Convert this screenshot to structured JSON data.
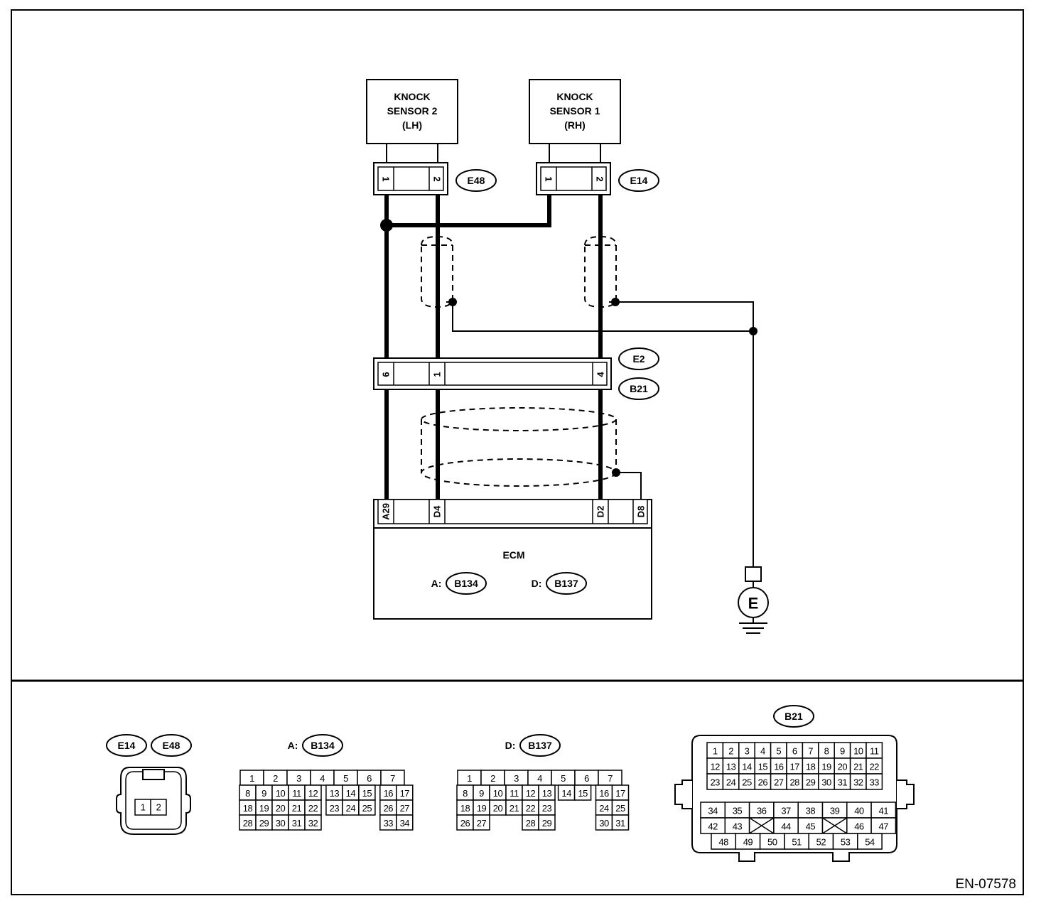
{
  "sensor2": {
    "line1": "KNOCK",
    "line2": "SENSOR 2",
    "line3": "(LH)"
  },
  "sensor1": {
    "line1": "KNOCK",
    "line2": "SENSOR 1",
    "line3": "(RH)"
  },
  "connectors": {
    "e48": "E48",
    "e14": "E14",
    "e2": "E2",
    "b21": "B21"
  },
  "pins": {
    "e48": [
      "1",
      "2"
    ],
    "e14": [
      "1",
      "2"
    ],
    "e2": [
      "6",
      "1",
      "4"
    ],
    "ecm": [
      "A29",
      "D4",
      "D2",
      "D8"
    ]
  },
  "ecm": {
    "title": "ECM",
    "conn_a_prefix": "A:",
    "conn_a": "B134",
    "conn_d_prefix": "D:",
    "conn_d": "B137"
  },
  "ground": {
    "label": "E"
  },
  "bottom": {
    "e14_label": "E14",
    "e48_label": "E48",
    "e14_pins": [
      "1",
      "2"
    ],
    "b134_prefix": "A:",
    "b134_label": "B134",
    "b137_prefix": "D:",
    "b137_label": "B137",
    "b21_label": "B21"
  },
  "b134_grid": {
    "row1": [
      "1",
      "2",
      "3",
      "4",
      "5",
      "6",
      "7"
    ],
    "row2": [
      "8",
      "9",
      "10",
      "11",
      "12",
      "13",
      "14",
      "15",
      "16",
      "17"
    ],
    "row3": [
      "18",
      "19",
      "20",
      "21",
      "22",
      "23",
      "24",
      "25",
      "26",
      "27"
    ],
    "row4": [
      "28",
      "29",
      "30",
      "31",
      "32",
      "33",
      "34"
    ]
  },
  "b137_grid": {
    "row1": [
      "1",
      "2",
      "3",
      "4",
      "5",
      "6",
      "7"
    ],
    "row2": [
      "8",
      "9",
      "10",
      "11",
      "12",
      "13",
      "14",
      "15",
      "16",
      "17"
    ],
    "row3": [
      "18",
      "19",
      "20",
      "21",
      "22",
      "23",
      "24",
      "25"
    ],
    "row4": [
      "26",
      "27",
      "28",
      "29",
      "30",
      "31"
    ]
  },
  "b21_grid": {
    "row1": [
      "1",
      "2",
      "3",
      "4",
      "5",
      "6",
      "7",
      "8",
      "9",
      "10",
      "11"
    ],
    "row2": [
      "12",
      "13",
      "14",
      "15",
      "16",
      "17",
      "18",
      "19",
      "20",
      "21",
      "22"
    ],
    "row3": [
      "23",
      "24",
      "25",
      "26",
      "27",
      "28",
      "29",
      "30",
      "31",
      "32",
      "33"
    ],
    "row4": [
      "34",
      "35",
      "36",
      "37",
      "38",
      "39",
      "40",
      "41"
    ],
    "row5": [
      "42",
      "43",
      "44",
      "45",
      "46",
      "47"
    ],
    "row6": [
      "48",
      "49",
      "50",
      "51",
      "52",
      "53",
      "54"
    ]
  },
  "figure_ref": "EN-07578"
}
